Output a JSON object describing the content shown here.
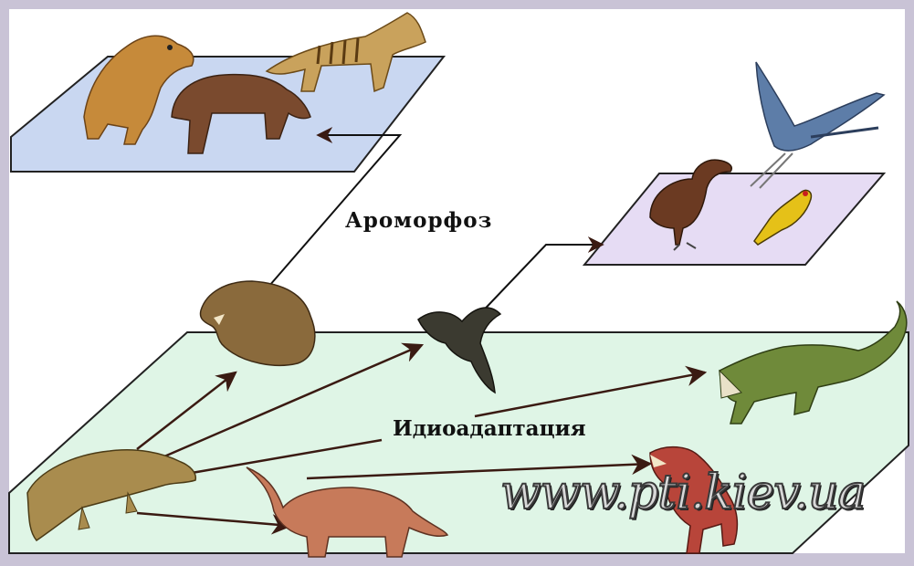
{
  "labels": {
    "aromorphosis": "Ароморфоз",
    "idioadaptation": "Идиоадаптация"
  },
  "watermark": "www.pti.kiev.ua",
  "colors": {
    "frame": "#c9c3d6",
    "background": "#ffffff",
    "mammal_plane": "#c9d7f1",
    "bird_plane": "#e6dcf4",
    "reptile_plane": "#dff5e6",
    "arrow": "#3a1a12"
  },
  "icons": [
    "sabertooth-cat-icon",
    "thylacine-icon",
    "tapir-mammal-icon",
    "heron-icon",
    "flightless-bird-icon",
    "goldfinch-icon",
    "therapsid-reptile-icon",
    "archaeopteryx-icon",
    "crocodile-icon",
    "ancestral-reptile-icon",
    "sauropod-dinosaur-icon",
    "theropod-dinosaur-icon"
  ]
}
